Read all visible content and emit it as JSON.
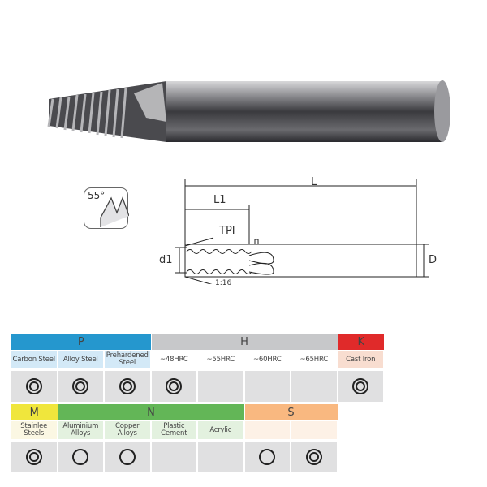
{
  "drawing": {
    "angle": "55°",
    "L": "L",
    "L1": "L1",
    "TPI": "TPI",
    "d1": "d1",
    "D": "D",
    "taper": "1:16"
  },
  "table1": {
    "groups": [
      {
        "code": "P",
        "span": 3,
        "color": "#2597ce"
      },
      {
        "code": "H",
        "span": 4,
        "color": "#c7c8ca"
      },
      {
        "code": "K",
        "span": 1,
        "color": "#e02a2a"
      }
    ],
    "columns": [
      {
        "label": "Carbon Steel",
        "bg": "#d3e9f7",
        "mark": "double"
      },
      {
        "label": "Alloy Steel",
        "bg": "#d3e9f7",
        "mark": "double"
      },
      {
        "label": "Prehardened Steel",
        "bg": "#d3e9f7",
        "mark": "double"
      },
      {
        "label": "~48HRC",
        "bg": "#ffffff",
        "mark": "double"
      },
      {
        "label": "~55HRC",
        "bg": "#ffffff",
        "mark": "none"
      },
      {
        "label": "~60HRC",
        "bg": "#ffffff",
        "mark": "none"
      },
      {
        "label": "~65HRC",
        "bg": "#ffffff",
        "mark": "none"
      },
      {
        "label": "Cast Iron",
        "bg": "#f8ddd0",
        "mark": "double"
      }
    ]
  },
  "table2": {
    "groups": [
      {
        "code": "M",
        "span": 1,
        "color": "#f0e63c"
      },
      {
        "code": "N",
        "span": 4,
        "color": "#63b657"
      },
      {
        "code": "S",
        "span": 2,
        "color": "#f9b880"
      }
    ],
    "columns": [
      {
        "label": "Stainlee Steels",
        "bg": "#fbf7e3",
        "mark": "double"
      },
      {
        "label": "Aluminium Alloys",
        "bg": "#e3f1df",
        "mark": "single"
      },
      {
        "label": "Copper Alloys",
        "bg": "#e3f1df",
        "mark": "single"
      },
      {
        "label": "Plastic Cement",
        "bg": "#e3f1df",
        "mark": "none"
      },
      {
        "label": "Acrylic",
        "bg": "#e3f1df",
        "mark": "none"
      },
      {
        "label": "",
        "bg": "#fdf1e6",
        "mark": "single"
      },
      {
        "label": "",
        "bg": "#fdf1e6",
        "mark": "double"
      }
    ]
  }
}
